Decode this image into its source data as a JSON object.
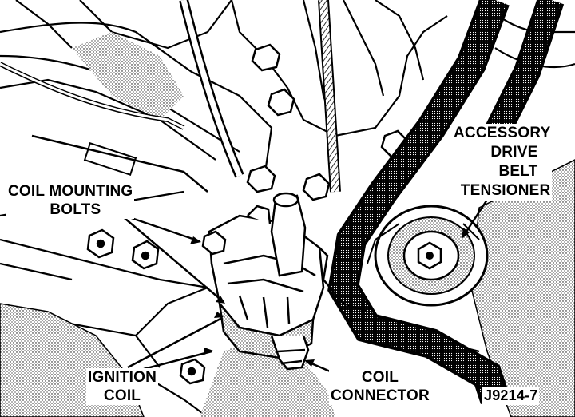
{
  "labels": {
    "coil_mounting_bolts": {
      "line1": "COIL MOUNTING",
      "line2": "BOLTS"
    },
    "accessory_drive_belt_tensioner": {
      "line1": "ACCESSORY",
      "line2": "DRIVE",
      "line3": "BELT",
      "line4": "TENSIONER"
    },
    "ignition_coil": {
      "line1": "IGNITION",
      "line2": "COIL"
    },
    "coil_connector": {
      "line1": "COIL",
      "line2": "CONNECTOR"
    },
    "figure_id": "J9214-7"
  },
  "colors": {
    "ink": "#000000",
    "paper": "#ffffff"
  }
}
